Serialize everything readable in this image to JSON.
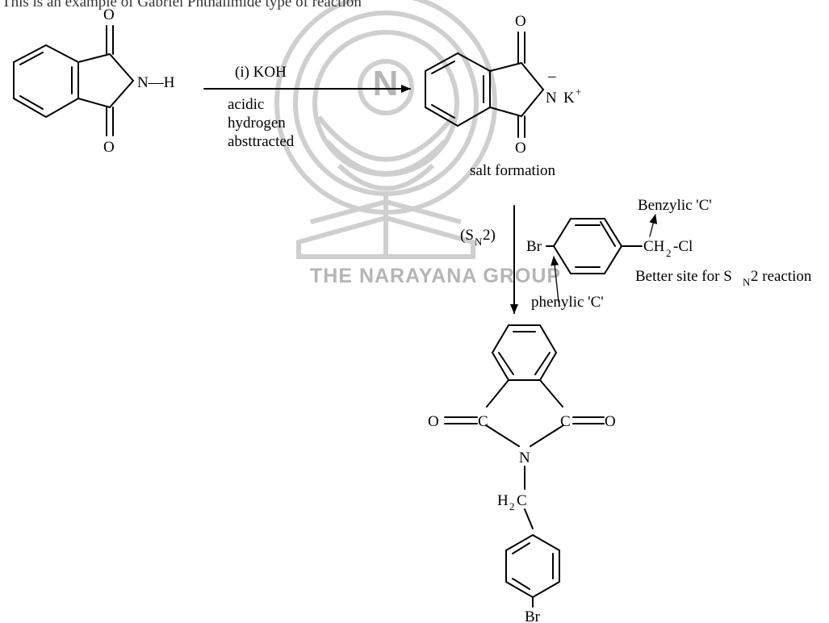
{
  "header_text": "This is an example of Gabriel Phthalimide type of reaction",
  "watermark": {
    "text": "THE NARAYANA GROUP",
    "monogram": "N"
  },
  "colors": {
    "ink": "#000000",
    "watermark": "#b5b5b5",
    "background": "#ffffff"
  },
  "reactant": {
    "o_top": "O",
    "o_bottom": "O",
    "nh": "N—H"
  },
  "step1": {
    "reagent": "(i) KOH",
    "note_lines": [
      "acidic",
      "hydrogen",
      "absttracted"
    ]
  },
  "salt": {
    "o_top": "O",
    "o_bottom": "O",
    "n": "N",
    "minus": "–",
    "k": "K",
    "plus": "+",
    "caption": "salt formation"
  },
  "step2": {
    "mech_open": "(S",
    "mech_sub": "N",
    "mech_close": "2)"
  },
  "halide": {
    "br": "Br",
    "ch": "CH",
    "ch_sub": "2",
    "cl": "-Cl",
    "benzylic": "Benzylic 'C'",
    "phenylic": "phenylic 'C'",
    "better_site_pre": "Better site for S",
    "better_site_sub": "N",
    "better_site_post": "2 reaction"
  },
  "product": {
    "o_left": "O",
    "c_left": "C",
    "c_right": "C",
    "o_right": "O",
    "n": "N",
    "h2c_h": "H",
    "h2c_sub": "2",
    "h2c_c": "C",
    "br": "Br"
  }
}
